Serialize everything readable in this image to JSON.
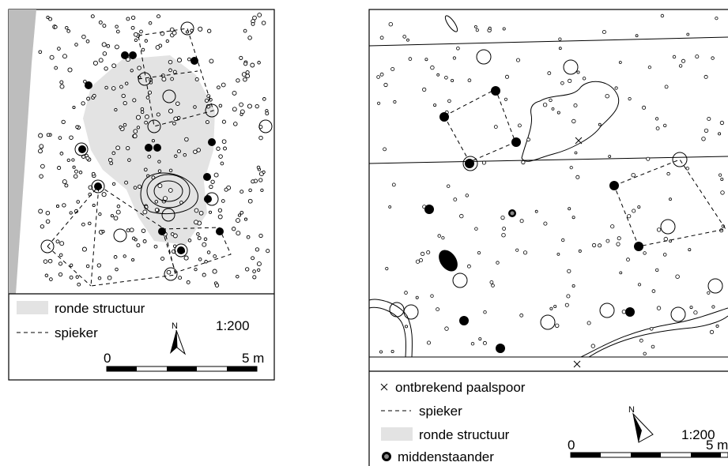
{
  "left_panel": {
    "legend": {
      "round_structure_label": "ronde structuur",
      "granary_label": "spieker"
    },
    "scale": {
      "ratio": "1:200",
      "start": "0",
      "end": "5 m"
    },
    "north_label": "N"
  },
  "right_panel": {
    "legend": {
      "missing_post_label": "ontbrekend paalspoor",
      "granary_label": "spieker",
      "round_structure_label": "ronde structuur",
      "central_post_label": "middenstaander"
    },
    "scale": {
      "ratio": "1:200",
      "start": "0",
      "end": "5 m"
    },
    "north_label": "N"
  },
  "colors": {
    "shading": "#e3e3e3",
    "strip": "#bdbdbd",
    "ink": "#000000"
  }
}
